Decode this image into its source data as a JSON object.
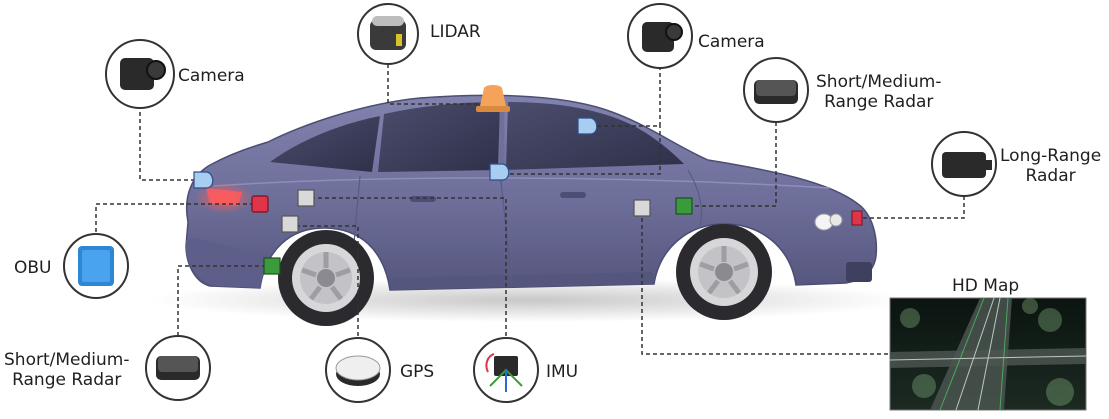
{
  "diagram": {
    "labels": {
      "lidar": "LIDAR",
      "camera_left": "Camera",
      "camera_right": "Camera",
      "radar_short_right_1": "Short/Medium-",
      "radar_short_right_2": "Range Radar",
      "radar_long_1": "Long-Range",
      "radar_long_2": "Radar",
      "obu": "OBU",
      "radar_short_left_1": "Short/Medium-",
      "radar_short_left_2": "Range Radar",
      "gps": "GPS",
      "imu": "IMU",
      "hd_map": "HD Map"
    },
    "colors": {
      "car_body": "#6e6f9a",
      "car_dark": "#4e4f78",
      "window": "#3d3f5c",
      "camera_marker": "#a9cdf0",
      "radar_marker_green": "#3a9a3c",
      "radar_marker_red": "#e0344a",
      "unit_marker_gray": "#d9d9d9",
      "beacon": "#f5a35a",
      "connector_line": "#333333"
    }
  }
}
